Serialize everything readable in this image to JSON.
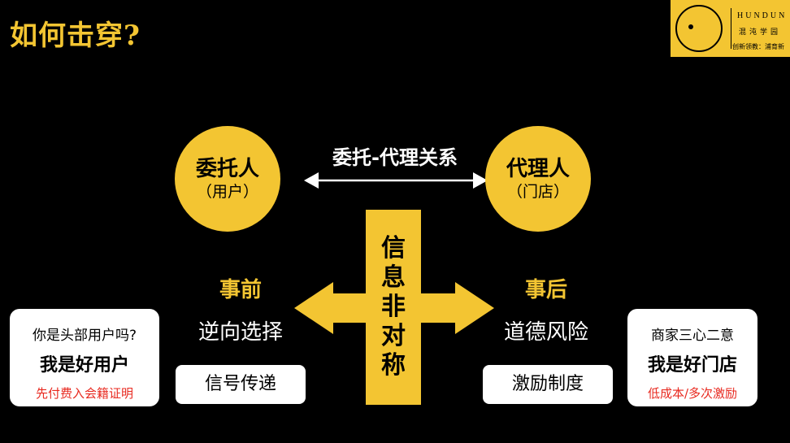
{
  "title": "如何击穿?",
  "logo": {
    "en": "HUNDUN",
    "cn": "混沌学园",
    "slogan": "创新领教：浦育新"
  },
  "principal": {
    "main": "委托人",
    "sub": "（用户）"
  },
  "agent": {
    "main": "代理人",
    "sub": "（门店）"
  },
  "relation": "委托-代理关系",
  "center": [
    "信",
    "息",
    "非",
    "对",
    "称"
  ],
  "left": {
    "phase": "事前",
    "concept": "逆向选择",
    "solution": "信号传递",
    "card": {
      "question": "你是头部用户吗?",
      "answer": "我是好用户",
      "remark": "先付费入会籍证明"
    }
  },
  "right": {
    "phase": "事后",
    "concept": "道德风险",
    "solution": "激励制度",
    "card": {
      "question": "商家三心二意",
      "answer": "我是好门店",
      "remark": "低成本/多次激励"
    }
  },
  "colors": {
    "accent": "#F3C532",
    "background": "#000000",
    "alert": "#E8291F"
  }
}
